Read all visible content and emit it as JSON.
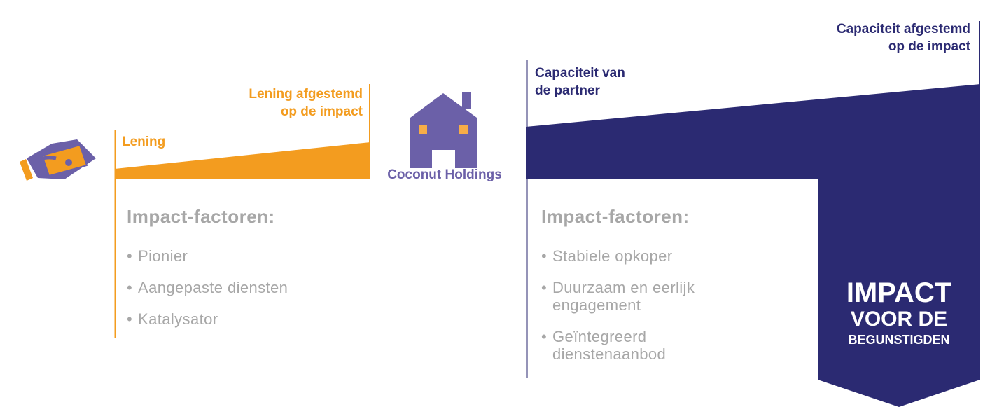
{
  "loan": {
    "label_start": "Lening",
    "label_end": "Lening afgestemd op de impact",
    "label_end_lines": [
      "Lening afgestemd",
      "op de impact"
    ],
    "color": "#f39c1f"
  },
  "organization": {
    "name": "Coconut Holdings",
    "icon": "house-icon",
    "color": "#6b60a8"
  },
  "partner": {
    "label_start_lines": [
      "Capaciteit van",
      "de partner"
    ],
    "label_end_lines": [
      "Capaciteit afgestemd",
      "op de impact"
    ],
    "color": "#2b2a72"
  },
  "left_factors": {
    "heading": "Impact-factoren:",
    "items": [
      "Pionier",
      "Aangepaste diensten",
      "Katalysator"
    ]
  },
  "right_factors": {
    "heading": "Impact-factoren:",
    "items": [
      [
        "Stabiele opkoper"
      ],
      [
        "Duurzaam en eerlijk",
        "engagement"
      ],
      [
        "Geïntegreerd",
        "dienstenaanbod"
      ]
    ]
  },
  "impact": {
    "line1": "IMPACT",
    "line2": "VOOR DE",
    "line3": "BEGUNSTIGDEN"
  },
  "money_icon": "money-hand-icon",
  "text_color_muted": "#a7a7a7"
}
